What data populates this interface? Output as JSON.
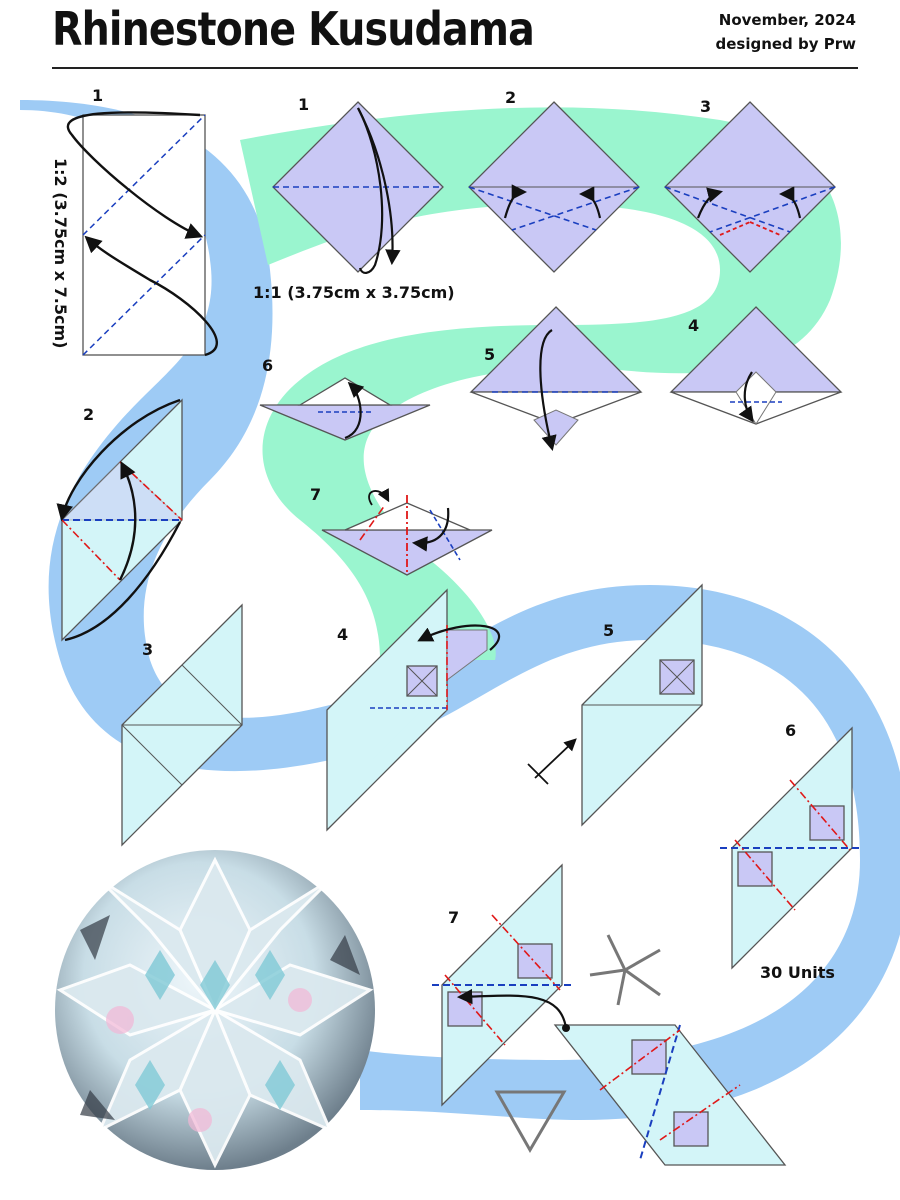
{
  "header": {
    "title": "Rhinestone Kusudama",
    "date": "November, 2024",
    "designer": "designed by Prw"
  },
  "colors": {
    "blue_path": "#9ecbf5",
    "green_path": "#9af5cf",
    "paper_lavender": "#c9c8f5",
    "paper_cyan": "#d3f5f8",
    "paper_edge": "#7a7a85",
    "valley_fold": "#1a3fbf",
    "mountain_fold": "#e01818"
  },
  "labels": {
    "paper_ratio": "1:2 (3.75cm x 7.5cm)",
    "square_size": "1:1 (3.75cm x 3.75cm)",
    "units": "30 Units"
  },
  "small_piece_steps": [
    "1",
    "2",
    "3",
    "4",
    "5",
    "6",
    "7"
  ],
  "big_piece_steps": [
    "1",
    "2",
    "3",
    "4",
    "5",
    "6",
    "7"
  ],
  "icons": [
    "fold-arrow-icon",
    "flip-arrow-icon",
    "push-in-arrow-icon",
    "assembly-symbol-icon",
    "triangle-symbol-icon",
    "kusudama-photo"
  ]
}
